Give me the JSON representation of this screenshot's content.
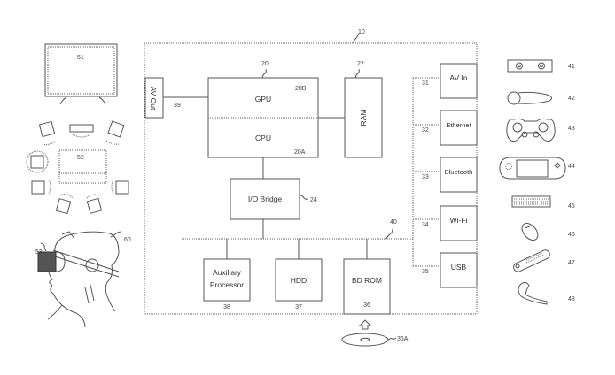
{
  "diagram": {
    "system_ref": "10",
    "blocks": {
      "av_out": {
        "label": "AV Out",
        "ref": "39"
      },
      "processor_ref": "20",
      "gpu": {
        "label": "GPU",
        "ref": "20B"
      },
      "cpu": {
        "label": "CPU",
        "ref": "20A"
      },
      "ram": {
        "label": "RAM",
        "ref": "22"
      },
      "io_bridge": {
        "label": "I/O Bridge",
        "ref": "24"
      },
      "bus_ref": "40",
      "aux_processor": {
        "label_line1": "Auxiliary",
        "label_line2": "Processor",
        "ref": "38"
      },
      "hdd": {
        "label": "HDD",
        "ref": "37"
      },
      "bd_rom": {
        "label": "BD ROM",
        "ref": "36"
      },
      "disc_ref": "36A"
    },
    "interfaces": [
      {
        "label": "AV In",
        "ref": "31"
      },
      {
        "label": "Ethernet",
        "ref": "32"
      },
      {
        "label": "Bluetooth",
        "ref": "33"
      },
      {
        "label": "Wi-Fi",
        "ref": "34"
      },
      {
        "label": "USB",
        "ref": "35"
      }
    ],
    "left_devices": [
      {
        "name": "television",
        "ref": "51"
      },
      {
        "name": "surround-sound-system",
        "ref": "52"
      },
      {
        "name": "head-mounted-display",
        "ref": "53"
      },
      {
        "name": "user",
        "ref": "60"
      }
    ],
    "peripherals": [
      {
        "name": "camera",
        "ref": "41"
      },
      {
        "name": "motion-controller",
        "ref": "42"
      },
      {
        "name": "gamepad",
        "ref": "43"
      },
      {
        "name": "handheld-console",
        "ref": "44"
      },
      {
        "name": "keyboard",
        "ref": "45"
      },
      {
        "name": "mouse",
        "ref": "46"
      },
      {
        "name": "remote-control",
        "ref": "47"
      },
      {
        "name": "headset",
        "ref": "48"
      }
    ]
  }
}
